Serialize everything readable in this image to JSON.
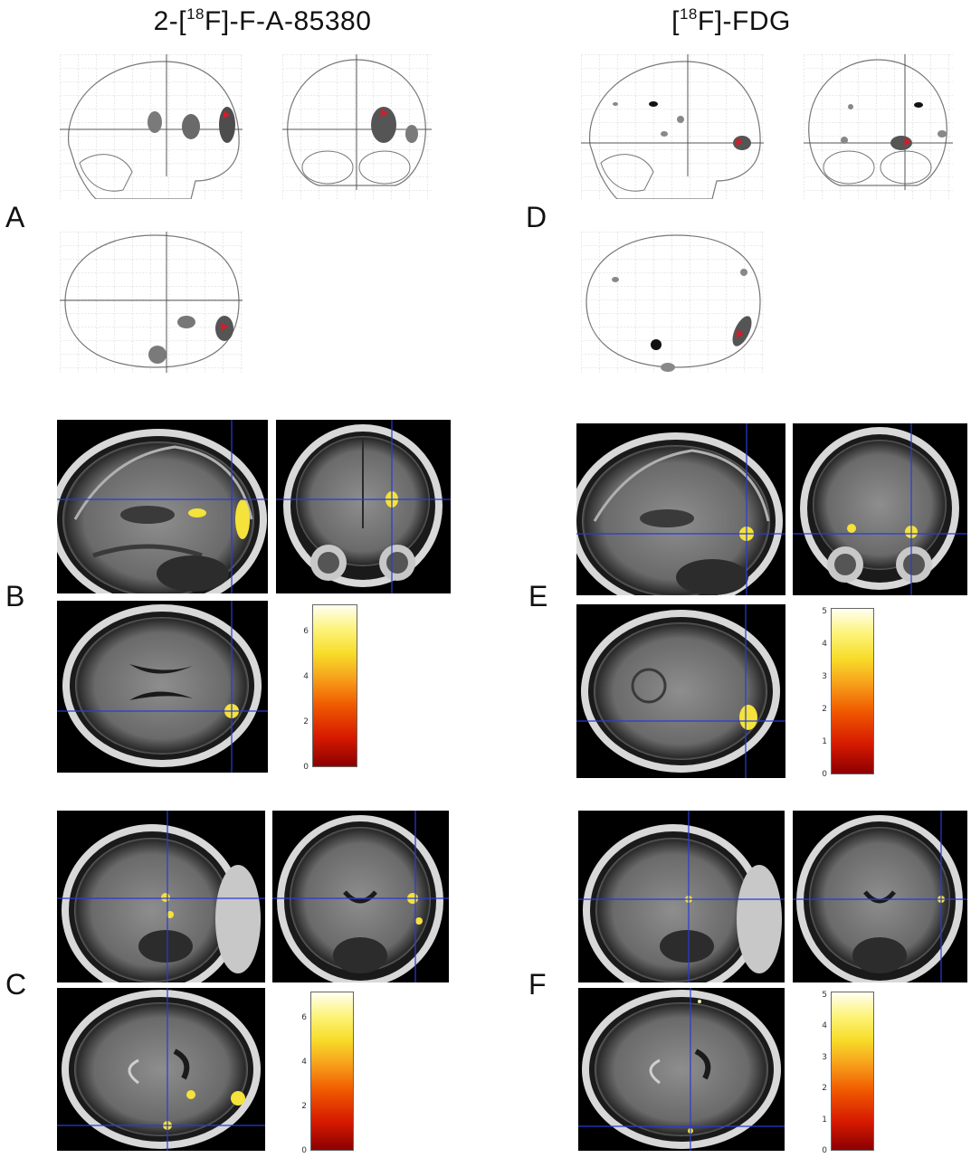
{
  "titles": {
    "left": {
      "prefix": "2-[",
      "sup": "18",
      "suffix": "F]-F-A-85380"
    },
    "right": {
      "prefix": "[",
      "sup": "18",
      "suffix": "F]-FDG"
    }
  },
  "panels": {
    "a": "A",
    "b": "B",
    "c": "C",
    "d": "D",
    "e": "E",
    "f": "F"
  },
  "colorbars": {
    "b": {
      "ticks": [
        "0",
        "2",
        "4",
        "6"
      ],
      "max": 7.2
    },
    "c": {
      "ticks": [
        "0",
        "2",
        "4",
        "6"
      ],
      "max": 7.2
    },
    "e": {
      "ticks": [
        "0",
        "1",
        "2",
        "3",
        "4",
        "5"
      ],
      "max": 5.1
    },
    "f": {
      "ticks": [
        "0",
        "1",
        "2",
        "3",
        "4",
        "5"
      ],
      "max": 5.1
    }
  },
  "colors": {
    "crosshair": "#2a3bd6",
    "activation": "#f5e23a",
    "glass_blob": "#6e6e6e",
    "glass_marker": "#d41c2c"
  }
}
